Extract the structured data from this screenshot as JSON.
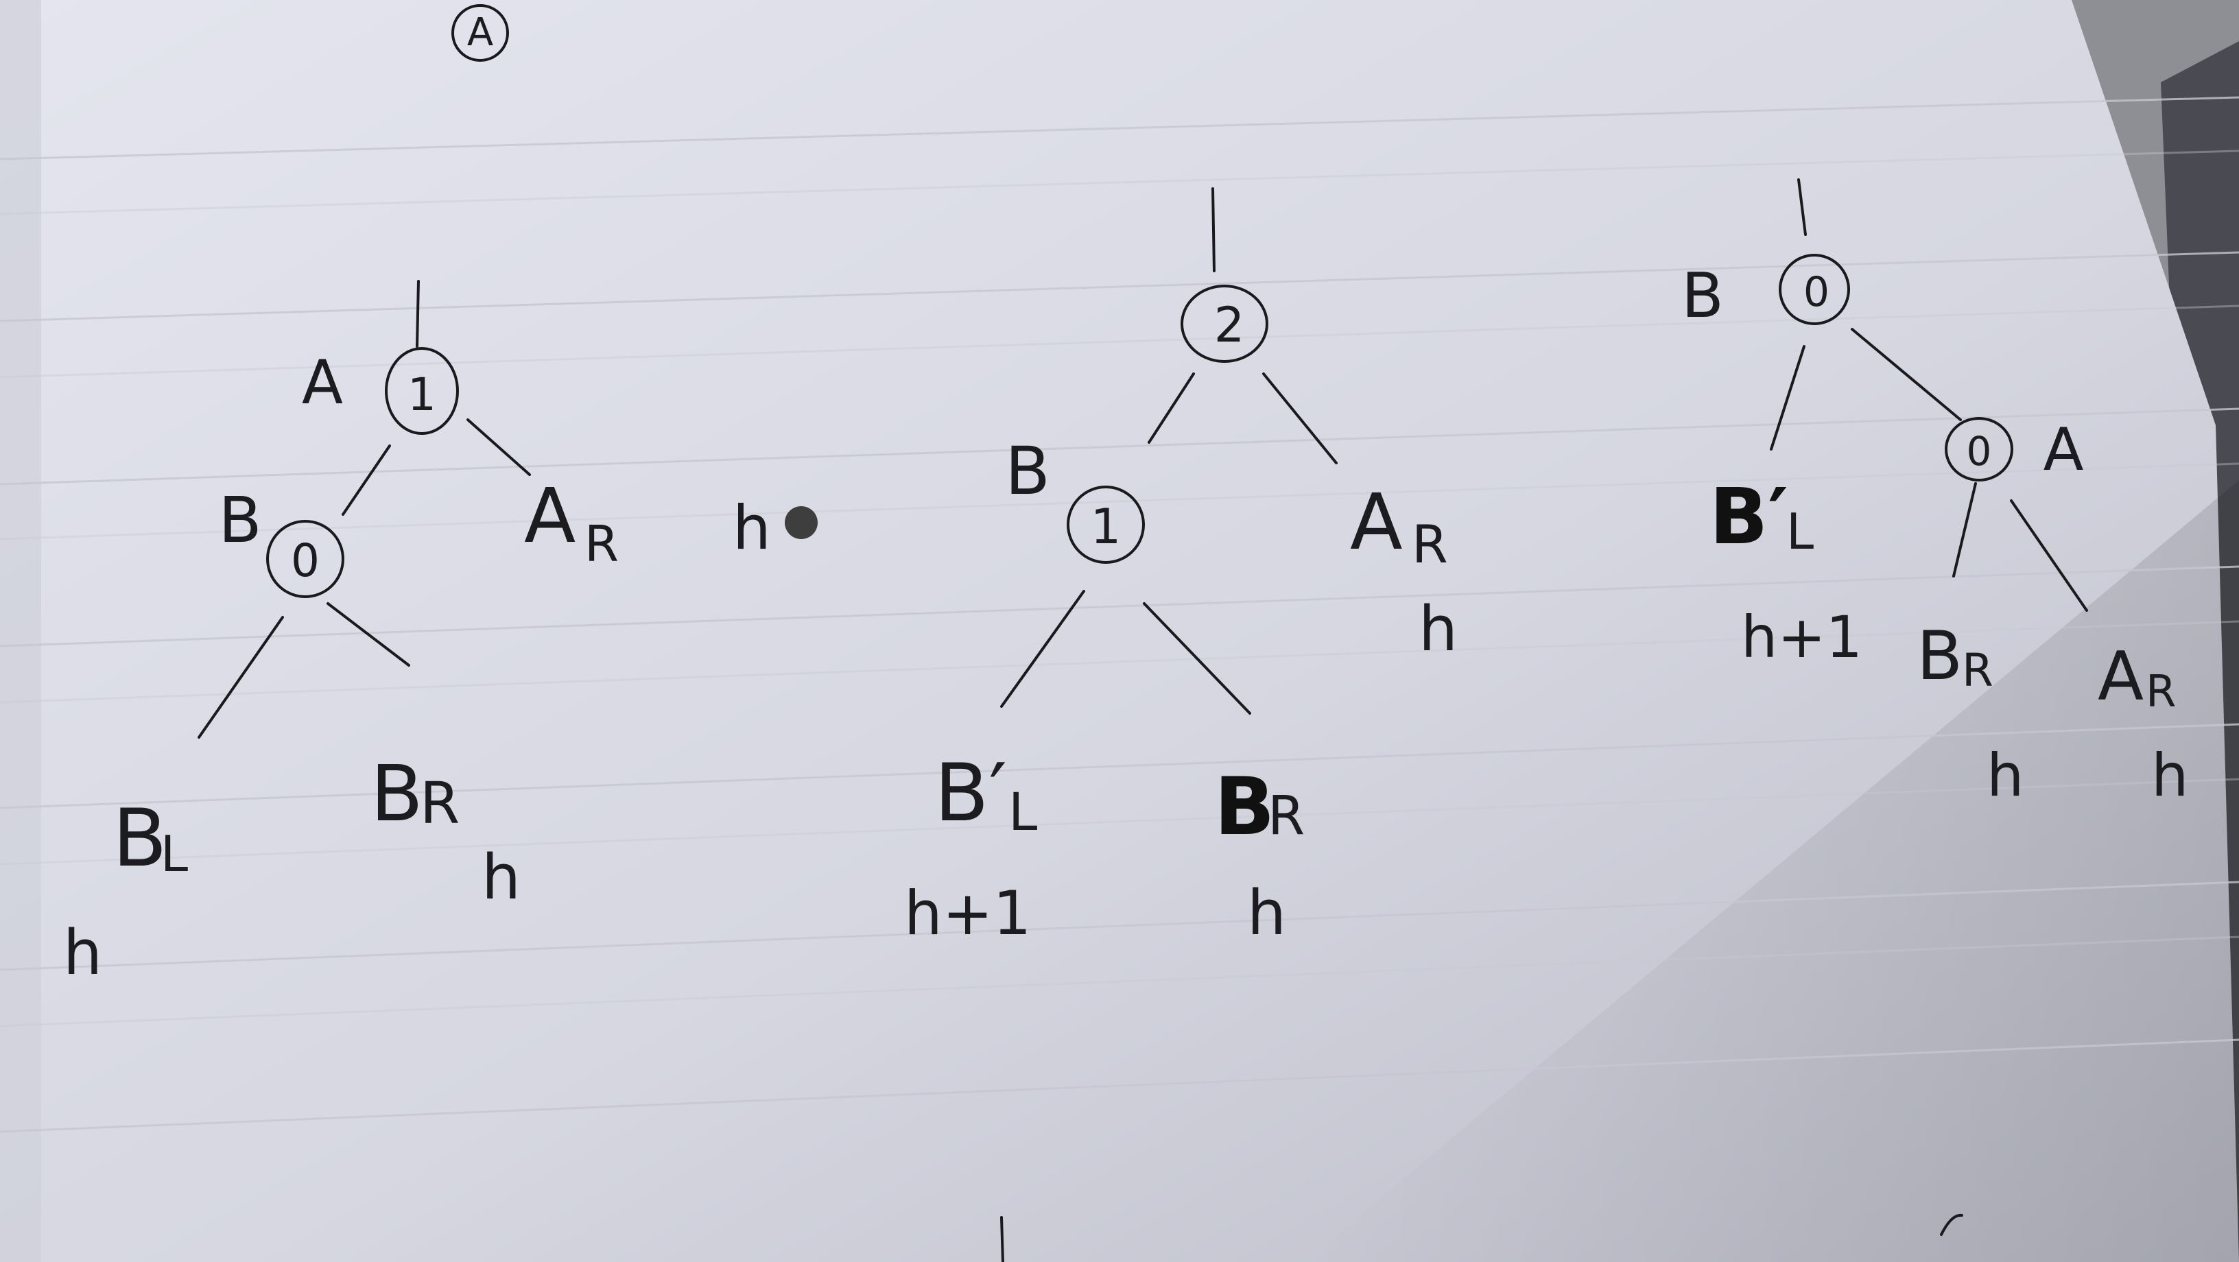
{
  "header_mark": "A",
  "scribble_mark": "h",
  "colors": {
    "paper": "#dcdde6",
    "ink": "#1a1a1e",
    "background": "#8f9096"
  },
  "diagram1": {
    "node_a": {
      "label": "A",
      "balance": "1"
    },
    "node_b": {
      "label": "B",
      "balance": "0"
    },
    "ar": {
      "base": "A",
      "sub": "R"
    },
    "bl": {
      "base": "B",
      "sub": "L",
      "height": "h"
    },
    "br": {
      "base": "B",
      "sub": "R",
      "height": "h"
    }
  },
  "diagram2": {
    "root": {
      "balance": "2"
    },
    "node_b": {
      "label": "B",
      "balance": "1"
    },
    "ar": {
      "base": "A",
      "sub": "R",
      "height": "h"
    },
    "bl": {
      "base": "B′",
      "sub": "L",
      "height": "h+1"
    },
    "br": {
      "base": "B",
      "sub": "R",
      "height": "h"
    }
  },
  "diagram3": {
    "node_b": {
      "label": "B",
      "balance": "0"
    },
    "node_a": {
      "label": "A",
      "balance": "0"
    },
    "bl": {
      "base": "B′",
      "sub": "L",
      "height": "h+1"
    },
    "br": {
      "base": "B",
      "sub": "R",
      "height": "h"
    },
    "ar": {
      "base": "A",
      "sub": "R",
      "height": "h"
    }
  }
}
